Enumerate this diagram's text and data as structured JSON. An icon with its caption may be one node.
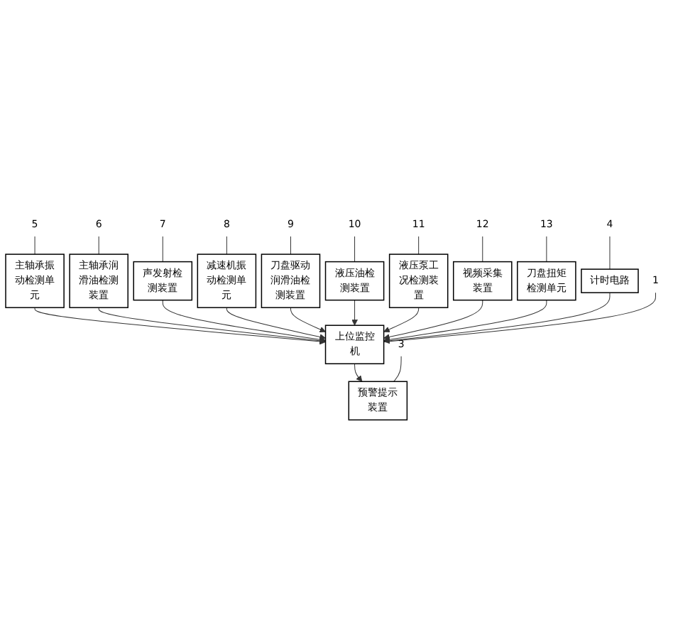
{
  "diagram": {
    "nodes": [
      {
        "text": [
          "5"
        ]
      },
      {
        "text": [
          "主轴承振动检测单元"
        ]
      },
      {
        "text": [
          "6"
        ]
      },
      {
        "text": [
          "主轴承润滑油检测装置"
        ]
      },
      {
        "text": [
          "7"
        ]
      },
      {
        "text": [
          "声发射检测装置"
        ]
      },
      {
        "text": [
          "8"
        ]
      },
      {
        "text": [
          "减速机振动检测单元"
        ]
      },
      {
        "text": [
          "9"
        ]
      },
      {
        "text": [
          "刀盘驱动润滑油检测装置"
        ]
      },
      {
        "text": [
          "1"
        ]
      },
      {
        "text": [
          "上位监控机"
        ]
      },
      {
        "text": [
          "液压油检测装置"
        ]
      },
      {
        "text": [
          "液压泵工况检测装置"
        ]
      },
      {
        "text": [
          "视频采集装置"
        ]
      },
      {
        "text": [
          "刀盘扭矩检测单元"
        ]
      },
      {
        "text": [
          "计时电路"
        ]
      },
      {
        "text": [
          "预警提示装置"
        ]
      },
      {
        "text": [
          "10"
        ]
      },
      {
        "text": [
          "11"
        ]
      },
      {
        "text": [
          "12"
        ]
      },
      {
        "text": [
          "13"
        ]
      },
      {
        "text": [
          "4"
        ]
      },
      {
        "text": [
          "3"
        ]
      }
    ],
    "edges": [
      {
        "from": 1,
        "to": 11,
        "arrow": "to"
      },
      {
        "from": 3,
        "to": 11,
        "arrow": "to"
      },
      {
        "from": 5,
        "to": 11,
        "arrow": "to"
      },
      {
        "from": 7,
        "to": 11,
        "arrow": "to"
      },
      {
        "from": 9,
        "to": 11,
        "arrow": "to"
      },
      {
        "from": 12,
        "to": 11,
        "arrow": "to"
      },
      {
        "from": 13,
        "to": 11,
        "arrow": "to"
      },
      {
        "from": 14,
        "to": 11,
        "arrow": "to"
      },
      {
        "from": 15,
        "to": 11,
        "arrow": "to"
      },
      {
        "from": 16,
        "to": 11,
        "arrow": "to"
      },
      {
        "from": 11,
        "to": 17,
        "arrow": "to"
      },
      {
        "from": 0,
        "to": 1,
        "arrow": "none"
      },
      {
        "from": 2,
        "to": 3,
        "arrow": "none"
      },
      {
        "from": 4,
        "to": 5,
        "arrow": "none"
      },
      {
        "from": 6,
        "to": 7,
        "arrow": "none"
      },
      {
        "from": 8,
        "to": 9,
        "arrow": "none"
      },
      {
        "from": 10,
        "to": 11,
        "arrow": "none"
      },
      {
        "from": 18,
        "to": 12,
        "arrow": "none"
      },
      {
        "from": 19,
        "to": 13,
        "arrow": "none"
      },
      {
        "from": 20,
        "to": 14,
        "arrow": "none"
      },
      {
        "from": 21,
        "to": 15,
        "arrow": "none"
      },
      {
        "from": 22,
        "to": 16,
        "arrow": "none"
      },
      {
        "from": 23,
        "to": 17,
        "arrow": "none"
      }
    ]
  }
}
